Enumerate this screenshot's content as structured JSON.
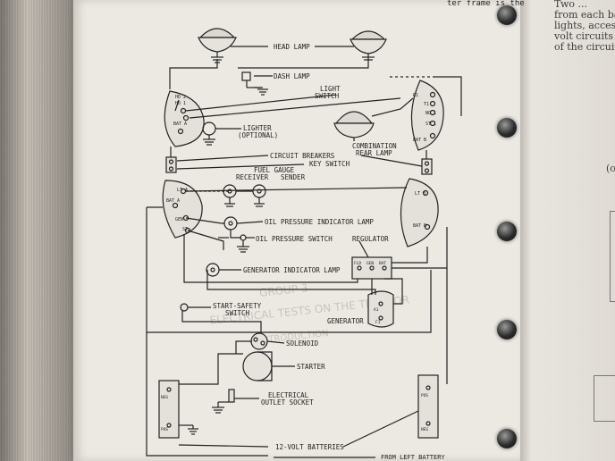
{
  "top_text": "ter frame is the",
  "right_page": {
    "lines": [
      "Two  ...",
      "from each bat",
      "lights, access",
      "volt circuits",
      "of the circuit."
    ],
    "fragment": "(o"
  },
  "ghost_text": [
    "GROUP 3",
    "ELECTRICAL TESTS ON THE TRACTOR",
    "INTRODUCTION"
  ],
  "diagram": {
    "labels": {
      "head_lamp": "HEAD LAMP",
      "dash_lamp": "DASH LAMP",
      "light_switch_1": "LIGHT",
      "light_switch_2": "SWITCH",
      "lighter_1": "LIGHTER",
      "lighter_2": "(OPTIONAL)",
      "rear_lamp_1": "COMBINATION",
      "rear_lamp_2": "REAR LAMP",
      "circuit_breakers": "CIRCUIT BREAKERS",
      "key_switch": "KEY SWITCH",
      "fuel_gauge": "FUEL GAUGE",
      "receiver": "RECEIVER",
      "sender": "SENDER",
      "oil_lamp": "OIL PRESSURE INDICATOR LAMP",
      "oil_switch": "OIL PRESSURE SWITCH",
      "regulator": "REGULATOR",
      "generator_lamp": "GENERATOR INDICATOR LAMP",
      "start_safety_1": "START-SAFETY",
      "start_safety_2": "SWITCH",
      "generator": "GENERATOR",
      "solenoid": "SOLENOID",
      "starter": "STARTER",
      "outlet_1": "ELECTRICAL",
      "outlet_2": "OUTLET SOCKET",
      "batteries": "12-VOLT BATTERIES",
      "from_left": "FROM LEFT BATTERY"
    },
    "terminals": {
      "hd2": "HD 2",
      "hd1": "HD 1",
      "bat_a_ls": "BAT A",
      "r1": "R1",
      "t1": "T1",
      "no1": "NO 1",
      "st1": "ST 1",
      "bat_b_ls": "BAT B",
      "lt_a": "LT A",
      "bat_a_ks": "BAT A",
      "gen": "GEN",
      "st": "ST",
      "lt_b": "LT B",
      "bat_b_ks": "BAT B",
      "fld": "FLD",
      "gen_reg": "GEN",
      "bat": "BAT",
      "a1": "A1",
      "f1": "F1",
      "neg1": "NEG",
      "pos1": "POS",
      "pos2": "POS",
      "neg2": "NEG"
    }
  }
}
